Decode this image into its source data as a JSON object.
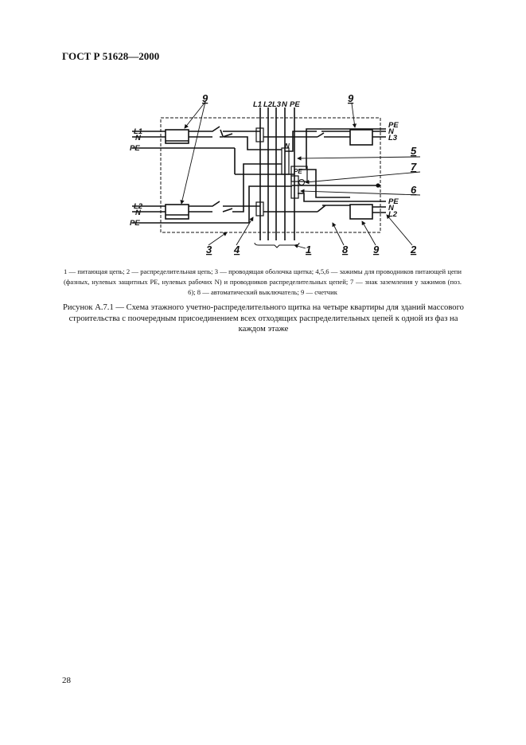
{
  "header": {
    "title": "ГОСТ Р 51628—2000"
  },
  "diagram": {
    "bus_labels": [
      "L1",
      "L2",
      "L3",
      "N",
      "PE"
    ],
    "left_top": {
      "l": "L1",
      "n": "N",
      "pe": "PE"
    },
    "left_bottom": {
      "l": "L2",
      "n": "N",
      "pe": "PE"
    },
    "right_top": {
      "pe": "PE",
      "n": "N",
      "l": "L3"
    },
    "right_bottom": {
      "pe": "PE",
      "n": "N",
      "l": "L2"
    },
    "terminal_n": "N",
    "terminal_pe": "PE",
    "callouts": {
      "c9a": "9",
      "c9b": "9",
      "c9c": "9",
      "c5": "5",
      "c7": "7",
      "c6": "6",
      "c3": "3",
      "c4": "4",
      "c1": "1",
      "c8": "8",
      "c2": "2"
    }
  },
  "legend": "1 — питающая цепь; 2 — распределительная цепь; 3 — проводящая оболочка щитка; 4,5,6 — зажимы для проводников питающей цепи (фазных, нулевых защитных PE, нулевых рабочих N) и проводников распределительных цепей; 7 — знак заземления у зажимов (поз. 6); 8 — автоматический выключатель; 9 — счетчик",
  "caption": "Рисунок А.7.1 — Схема этажного учетно-распределительного щитка на четыре квартиры для зданий массового строительства с поочередным присоединением всех отходящих распределительных цепей к одной из фаз на каждом этаже",
  "page_number": "28"
}
